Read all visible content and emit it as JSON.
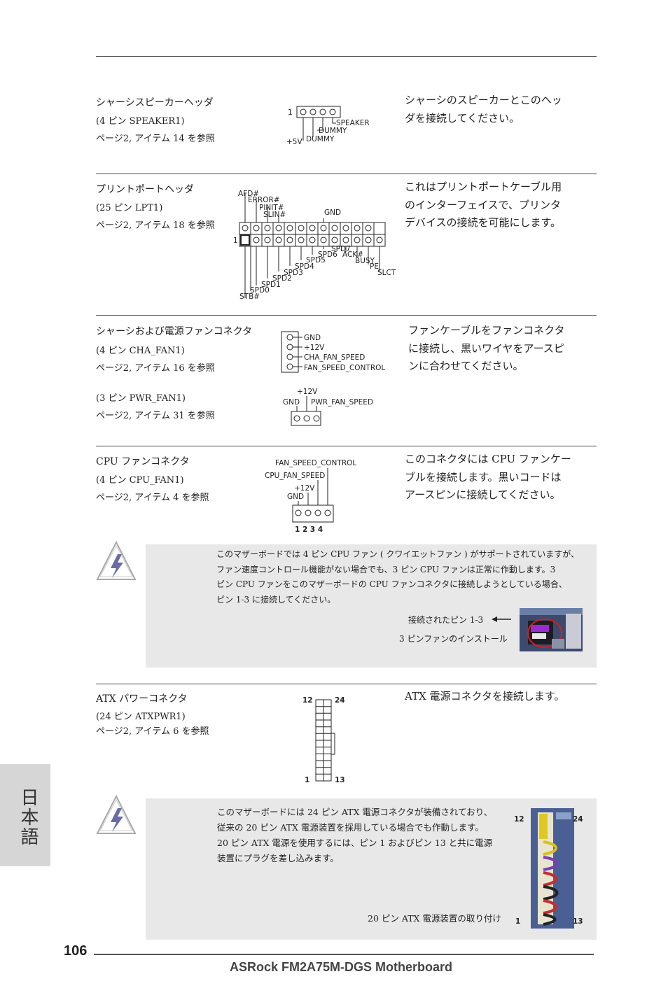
{
  "sections": [
    {
      "title": "シャーシスピーカーヘッダ",
      "pin": "(4 ピン  SPEAKER1)",
      "ref": "ページ2, アイテム 14 を参照",
      "desc": [
        "シャーシのスピーカーとこのヘッ",
        "ダを接続してください。"
      ],
      "labels": [
        "1",
        "SPEAKER",
        "DUMMY",
        "+5V",
        "DUMMY"
      ]
    },
    {
      "title": "プリントポートヘッダ",
      "pin": "(25 ピン  LPT1)",
      "ref": "ページ2, アイテム 18 を参照",
      "desc": [
        "これはプリントポートケーブル用",
        "のインターフェイスで、プリンタ",
        "デバイスの接続を可能にします。"
      ],
      "labels": [
        "AFD#",
        "ERROR#",
        "PINIT#",
        "SLIN#",
        "GND",
        "1",
        "SPD7",
        "SPD6",
        "ACK#",
        "SPD5",
        "BUSY",
        "SPD4",
        "PE",
        "SPD3",
        "SLCT",
        "SPD2",
        "SPD1",
        "SPD0",
        "STB#"
      ]
    },
    {
      "title": "シャーシおよび電源ファンコネクタ",
      "pin": "(4 ピン  CHA_FAN1)",
      "ref": "ページ2, アイテム 16 を参照",
      "pin2": "(3 ピン  PWR_FAN1)",
      "ref2": "ページ2, アイテム 31 を参照",
      "desc": [
        "ファンケーブルをファンコネクタ",
        "に接続し、黒いワイヤをアースピ",
        "ンに合わせてください。"
      ],
      "labels": [
        "GND",
        "+12V",
        "CHA_FAN_SPEED",
        "FAN_SPEED_CONTROL"
      ],
      "labels2": [
        "+12V",
        "GND",
        "PWR_FAN_SPEED"
      ]
    },
    {
      "title": "CPU ファンコネクタ",
      "pin": "(4 ピン  CPU_FAN1)",
      "ref": "ページ2, アイテム 4 を参照",
      "desc": [
        "このコネクタには CPU ファンケー",
        "ブルを接続します。黒いコードは",
        "アースピンに接続してください。"
      ],
      "labels": [
        "FAN_SPEED_CONTROL",
        "CPU_FAN_SPEED",
        "+12V",
        "GND",
        "1  2  3  4"
      ]
    },
    {
      "title": "ATX  パワーコネクタ",
      "pin": "(24 ピン  ATXPWR1)",
      "ref": "ページ2, アイテム 6 を参照",
      "desc": [
        "ATX 電源コネクタを接続します。"
      ],
      "labels": [
        "12",
        "24",
        "1",
        "13"
      ]
    }
  ],
  "note1": {
    "lines": [
      "このマザーボードでは 4 ピン CPU ファン ( クワイエットファン ) がサポートされていますが、",
      "ファン速度コントロール機能がない場合でも、3 ピン CPU ファンは正常に作動します。3",
      "ピン CPU ファンをこのマザーボードの CPU ファンコネクタに接続しようとしている場合、",
      "ピン 1-3 に接続してください。"
    ],
    "caption1": "接続されたピン 1-3",
    "caption2": "3 ピンファンのインストール"
  },
  "note2": {
    "lines": [
      "このマザーボードには 24 ピン ATX 電源コネクタが装備されており、",
      "従来の 20 ピン ATX 電源装置を採用している場合でも作動します。",
      "20 ピン ATX 電源を使用するには、ピン 1 およびピン 13 と共に電源",
      "装置にプラグを差し込みます。"
    ],
    "caption": "20 ピン ATX 電源装置の取り付け",
    "photo_labels": [
      "12",
      "24",
      "1",
      "13"
    ]
  },
  "footer": {
    "page_number": "106",
    "product": "ASRock  FM2A75M-DGS  Motherboard"
  },
  "side_tab": "日本語"
}
